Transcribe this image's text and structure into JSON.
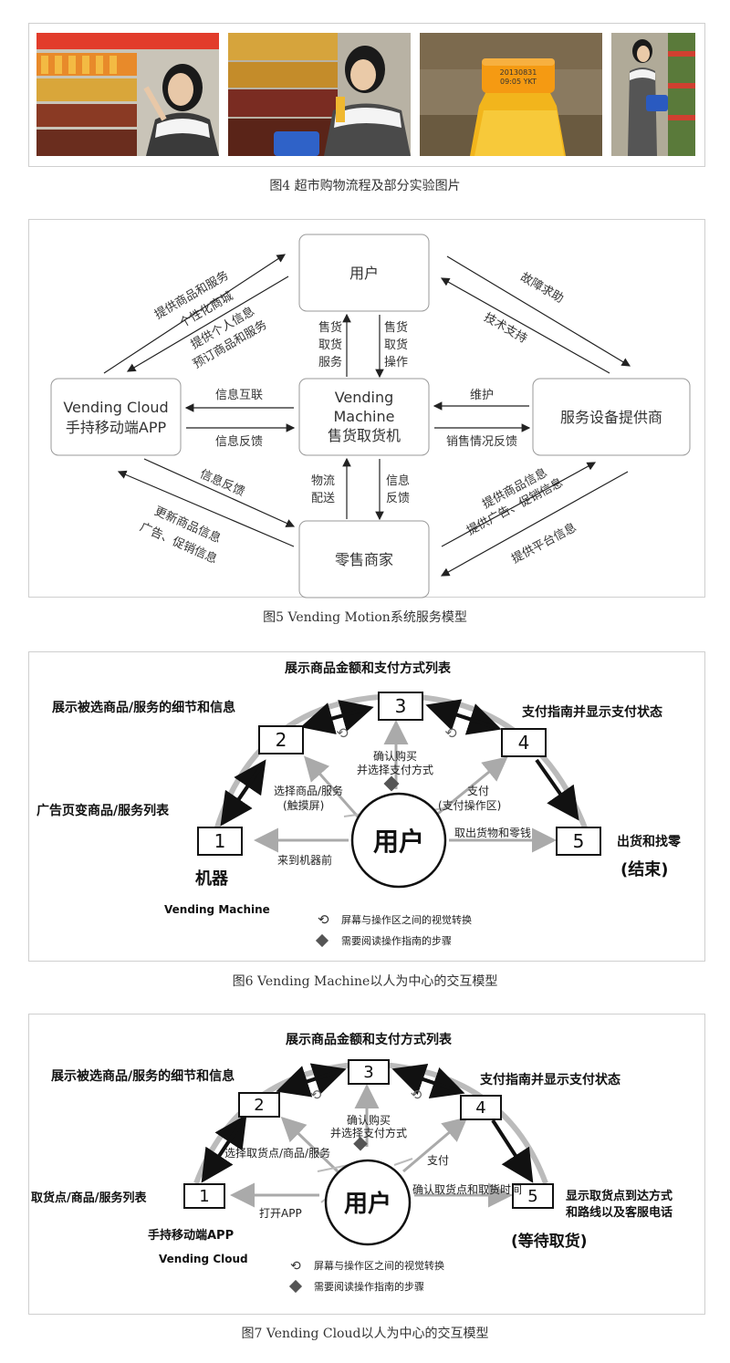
{
  "fig4": {
    "caption": "图4 超市购物流程及部分实验图片",
    "bottle_cap_text": [
      "20130831",
      "09:05 YKT"
    ]
  },
  "fig5": {
    "caption": "图5 Vending Motion系统服务模型",
    "nodes": {
      "user": "用户",
      "cloud_line1": "Vending Cloud",
      "cloud_line2": "手持移动端APP",
      "machine_line1": "Vending",
      "machine_line2": "Machine",
      "machine_line3": "售货取货机",
      "provider": "服务设备提供商",
      "retailer": "零售商家"
    },
    "labels": {
      "tl_out_1": "提供商品和服务",
      "tl_out_2": "个性化商城",
      "tl_in_1": "提供个人信息",
      "tl_in_2": "预订商品和服务",
      "tr_out": "故障求助",
      "tr_in": "技术支持",
      "bl_out": "信息反馈",
      "bl_in_1": "更新商品信息",
      "bl_in_2": "广告、促销信息",
      "br_out_1": "提供商品信息",
      "br_out_2": "提供广告、促销信息",
      "br_in": "提供平台信息",
      "mid_left_top": "信息互联",
      "mid_left_bot": "信息反馈",
      "mid_right_top": "维护",
      "mid_right_bot": "销售情况反馈",
      "top_left": [
        "售货",
        "取货",
        "服务"
      ],
      "top_right": [
        "售货",
        "取货",
        "操作"
      ],
      "bot_left": [
        "物流",
        "配送"
      ],
      "bot_right": [
        "信息",
        "反馈"
      ]
    }
  },
  "fig6": {
    "caption": "图6 Vending Machine以人为中心的交互模型",
    "center": "用户",
    "boxes": [
      "1",
      "2",
      "3",
      "4",
      "5"
    ],
    "step1": "广告页变商品/服务列表",
    "step2": "展示被选商品/服务的细节和信息",
    "step3": "展示商品金额和支付方式列表",
    "step4": "支付指南并显示支付状态",
    "step5": "出货和找零",
    "end_label": "(结束)",
    "machine_cn": "机器",
    "machine_en": "Vending Machine",
    "arrow_select_1": "选择商品/服务",
    "arrow_select_2": "(触摸屏)",
    "arrow_confirm_1": "确认购买",
    "arrow_confirm_2": "并选择支付方式",
    "arrow_pay_1": "支付",
    "arrow_pay_2": "(支付操作区)",
    "arrow_takeout": "取出货物和零钱",
    "arrow_come": "来到机器前",
    "legend_switch": "屏幕与操作区之间的视觉转换",
    "legend_step": "需要阅读操作指南的步骤"
  },
  "fig7": {
    "caption": "图7 Vending Cloud以人为中心的交互模型",
    "center": "用户",
    "boxes": [
      "1",
      "2",
      "3",
      "4",
      "5"
    ],
    "step1": "取货点/商品/服务列表",
    "step2": "展示被选商品/服务的细节和信息",
    "step3": "展示商品金额和支付方式列表",
    "step4": "支付指南并显示支付状态",
    "step5_1": "显示取货点到达方式",
    "step5_2": "和路线以及客服电话",
    "end_label": "(等待取货)",
    "app_cn": "手持移动端APP",
    "app_en": "Vending Cloud",
    "arrow_select": "选择取货点/商品/服务",
    "arrow_confirm_1": "确认购买",
    "arrow_confirm_2": "并选择支付方式",
    "arrow_pay": "支付",
    "arrow_confirm_pickup": "确认取货点和取货时间",
    "arrow_open": "打开APP",
    "legend_switch": "屏幕与操作区之间的视觉转换",
    "legend_step": "需要阅读操作指南的步骤"
  }
}
